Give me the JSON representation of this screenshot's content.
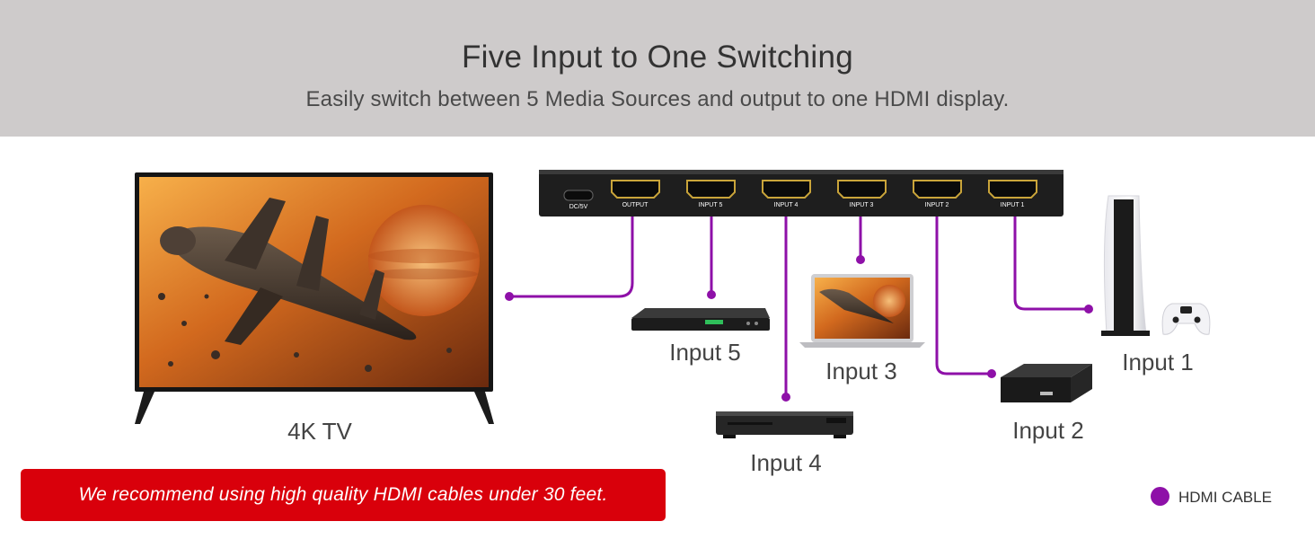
{
  "header": {
    "title": "Five Input to One Switching",
    "subtitle": "Easily switch between 5 Media Sources and output to one HDMI display."
  },
  "switcher": {
    "power_label": "DC/5V",
    "ports": [
      "OUTPUT",
      "INPUT 5",
      "INPUT 4",
      "INPUT 3",
      "INPUT 2",
      "INPUT 1"
    ]
  },
  "devices": {
    "tv": "4K TV",
    "input5": "Input 5",
    "input4": "Input 4",
    "input3": "Input 3",
    "input2": "Input 2",
    "input1": "Input 1"
  },
  "recommendation": "We recommend using high quality HDMI cables under 30 feet.",
  "legend": {
    "cable": "HDMI CABLE"
  },
  "colors": {
    "banner": "#cecbcb",
    "cable": "#8e10a8",
    "recommend_bg": "#d9000b"
  }
}
